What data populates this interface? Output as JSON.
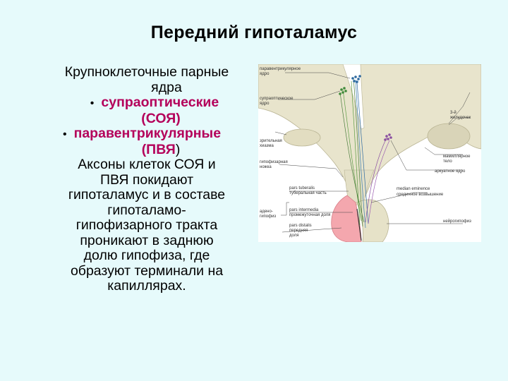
{
  "slide": {
    "title": "Передний гипоталамус",
    "body": {
      "intro_line1": "Крупноклеточные парные",
      "intro_line2": "ядра",
      "bullet1_text": "супраоптические",
      "bullet1_abbr": "(СОЯ)",
      "bullet2_text": "паравентрикулярные",
      "bullet2_abbr_main": "(ПВЯ",
      "bullet2_abbr_close": ")",
      "para": [
        "Аксоны клеток СОЯ и",
        "ПВЯ покидают",
        "гипоталамус и в составе",
        "гипоталамо-",
        "гипофизарного тракта",
        "проникают в заднюю",
        "долю гипофиза, где",
        "образуют терминали на",
        "капиллярах."
      ]
    },
    "bullet_symbol": "•",
    "colors": {
      "background": "#e6fafb",
      "highlight": "#b4005a"
    }
  },
  "figure": {
    "labels": {
      "pvn_1": "паравентрикулярное",
      "pvn_2": "ядро",
      "son_1": "супраоптическое",
      "son_2": "ядро",
      "chiasm_1": "зрительная",
      "chiasm_2": "хиазма",
      "stalk_1": "гипофизарная",
      "stalk_2": "ножка",
      "tuberalis_1": "pars tuberalis",
      "tuberalis_2": "туберальная часть",
      "intermedia_1": "pars intermedia",
      "intermedia_2": "промежуточная доля",
      "distalis_1": "pars distalis",
      "distalis_2": "передняя",
      "distalis_3": "доля",
      "adeno_1": "адено-",
      "adeno_2": "гипофиз",
      "ventricle_1": "3-й",
      "ventricle_2": "желудочек",
      "mamillary_1": "мамиллярное",
      "mamillary_2": "тело",
      "arcuate": "аркуатное ядро",
      "eminence_1": "median eminence",
      "eminence_2": "срединное возвышение",
      "neuro": "нейрогипофиз"
    }
  }
}
